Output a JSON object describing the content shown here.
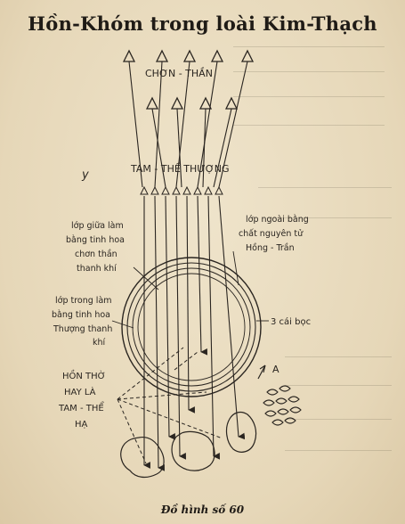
{
  "title": "Hồn-Khóm trong loài Kim-Thạch",
  "labels": {
    "chon_than": "CHƠN - THẦN",
    "tam_the_thuong": "TAM - THỂ THƯỢNG",
    "margin_y": "y",
    "lop_giua_1": "lớp giữa làm",
    "lop_giua_2": "bằng tinh hoa",
    "lop_giua_3": "chơn thần",
    "lop_giua_4": "thanh khí",
    "lop_ngoai_1": "lớp ngoài bằng",
    "lop_ngoai_2": "chất nguyên tử",
    "lop_ngoai_3": "Hồng - Trần",
    "lop_trong_1": "lớp trong làm",
    "lop_trong_2": "bằng tinh hoa",
    "lop_trong_3": "Thượng thanh",
    "lop_trong_4": "khí",
    "ba_cai_boc": "3 cái bọc",
    "letter_a": "A",
    "hon_tho_1": "HỒN THỜ",
    "hon_tho_2": "HAY LÀ",
    "hon_tho_3": "TAM - THỂ",
    "hon_tho_4": "HẠ"
  },
  "caption": "Đồ hình số 60"
}
